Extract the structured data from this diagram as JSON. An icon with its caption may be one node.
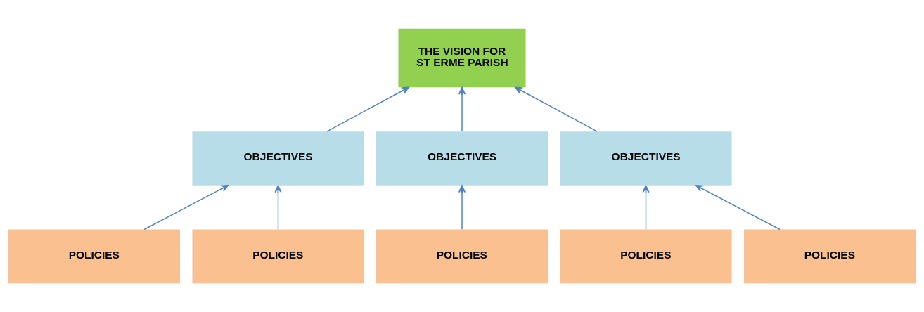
{
  "diagram": {
    "nodes": [
      {
        "text": [
          "THE VISION FOR ST ERME PARISH"
        ]
      },
      {
        "text": [
          "OBJECTIVES"
        ]
      },
      {
        "text": [
          "OBJECTIVES"
        ]
      },
      {
        "text": [
          "OBJECTIVES"
        ]
      },
      {
        "text": [
          "POLICIES"
        ]
      },
      {
        "text": [
          "POLICIES"
        ]
      },
      {
        "text": [
          "POLICIES"
        ]
      },
      {
        "text": [
          "POLICIES"
        ]
      },
      {
        "text": [
          "POLICIES"
        ]
      }
    ],
    "edges": [
      {
        "from": 1,
        "to": 0,
        "arrow": "to"
      },
      {
        "from": 2,
        "to": 0,
        "arrow": "to"
      },
      {
        "from": 3,
        "to": 0,
        "arrow": "to"
      },
      {
        "from": 4,
        "to": 1,
        "arrow": "to"
      },
      {
        "from": 5,
        "to": 1,
        "arrow": "to"
      },
      {
        "from": 6,
        "to": 2,
        "arrow": "to"
      },
      {
        "from": 7,
        "to": 3,
        "arrow": "to"
      },
      {
        "from": 8,
        "to": 3,
        "arrow": "to"
      }
    ]
  }
}
